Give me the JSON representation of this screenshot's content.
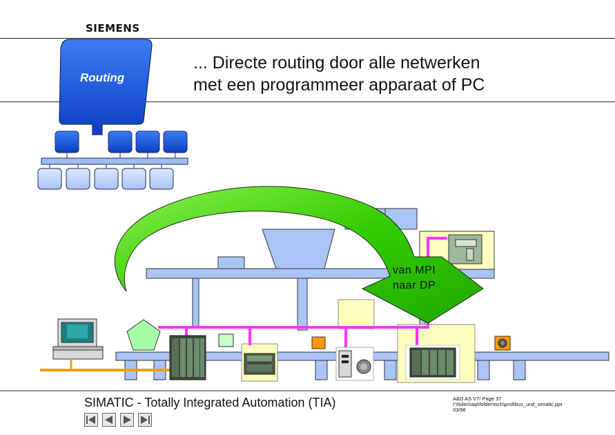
{
  "header": {
    "logo": "SIEMENS",
    "title_line1": "... Directe routing door alle netwerken",
    "title_line2": "met een programmeer apparaat of PC"
  },
  "diagram": {
    "routing_label": "Routing",
    "arrow_label_line1": "van MPI",
    "arrow_label_line2": "naar DP",
    "colors": {
      "network_blue": "#1a56d6",
      "pale_blue": "#a9c4f5",
      "arrow_green": "#33cc00",
      "bus_magenta": "#ff33ff",
      "pg_cable": "#f0a000",
      "pale_yellow": "#ffffc0",
      "slate": "#6e7c9a"
    }
  },
  "footer": {
    "title": "SIMATIC - Totally Integrated Automation (TIA)",
    "meta_line1": "A&D AS V7/  Page 37",
    "meta_line2": "I:\\folien\\aqi\\folder\\tsch\\profibus_und_simatic.ppt",
    "meta_line3": "03/98",
    "nav_icons": [
      "first-slide-icon",
      "previous-slide-icon",
      "next-slide-icon",
      "last-slide-icon"
    ]
  }
}
